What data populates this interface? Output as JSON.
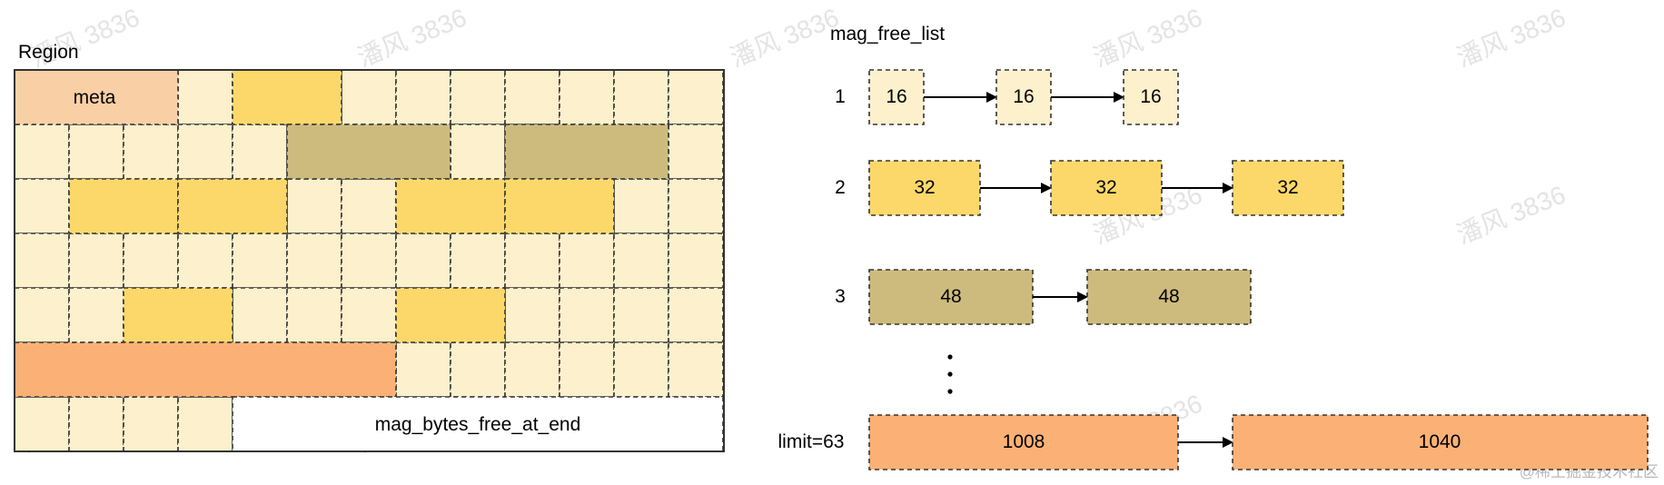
{
  "region": {
    "title": "Region",
    "meta_label": "meta",
    "free_at_end_label": "mag_bytes_free_at_end"
  },
  "free_list": {
    "title": "mag_free_list",
    "rows": [
      {
        "index": "1",
        "blocks": [
          "16",
          "16",
          "16"
        ]
      },
      {
        "index": "2",
        "blocks": [
          "32",
          "32",
          "32"
        ]
      },
      {
        "index": "3",
        "blocks": [
          "48",
          "48"
        ]
      },
      {
        "index": "limit=63",
        "blocks": [
          "1008",
          "1040"
        ]
      }
    ]
  },
  "watermark": {
    "text": "潘风 3836",
    "corner_text": "@稀土掘金技术社区"
  },
  "colors": {
    "empty_cell": "#fdf0cc",
    "meta": "#f9cfa6",
    "block_16": "#fdf0cc",
    "block_32": "#fcd86a",
    "block_48": "#cdbb7e",
    "block_large": "#fbb175",
    "free_end": "#ffffff",
    "border": "#333333"
  }
}
